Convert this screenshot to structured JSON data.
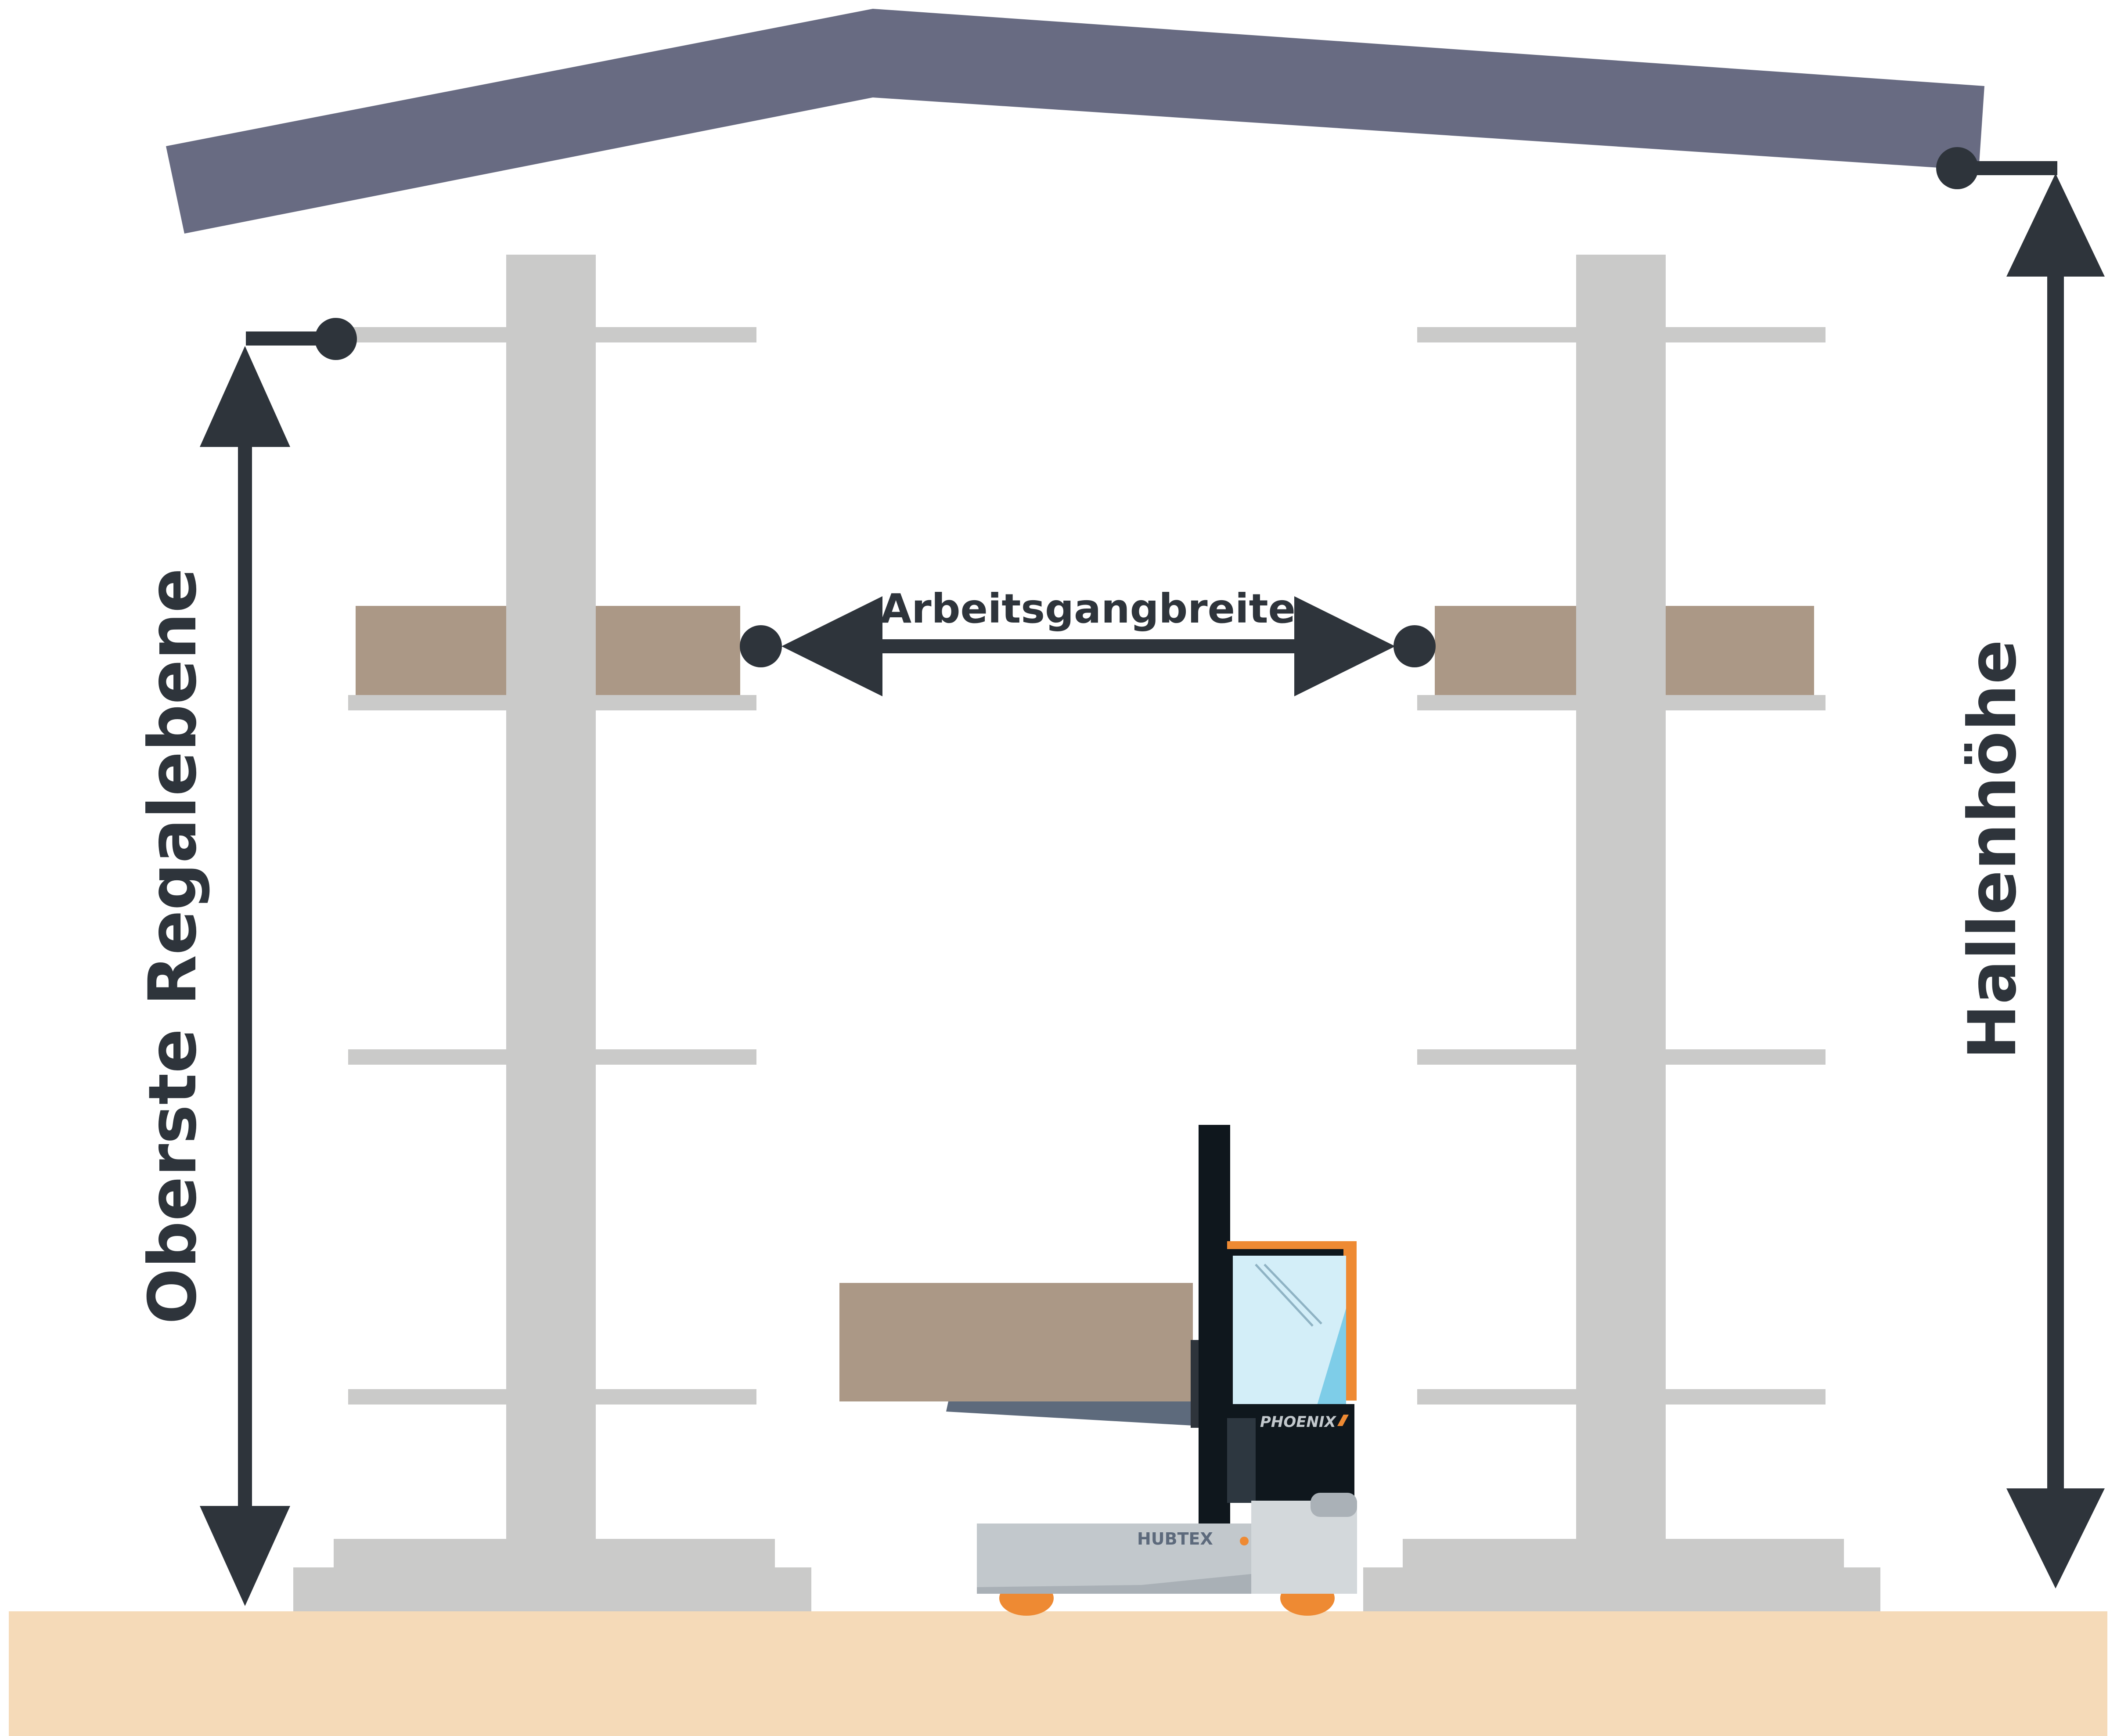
{
  "labels": {
    "aisle_width": "Arbeitsgangbreite",
    "top_rack_level": "Oberste Regalebene",
    "hall_height": "Hallenhöhe"
  },
  "forklift": {
    "brand": "HUBTEX",
    "model": "PHOENIX"
  },
  "colors": {
    "roof": "#686b82",
    "rack": "#cacac9",
    "load": "#ab9886",
    "floor": "#f5dab8",
    "dimension": "#2e343b",
    "accent": "#ee8a33",
    "glass": "#d3eef8",
    "forklift_body": "#c2c8cc",
    "forklift_dark": "#0f171d"
  }
}
